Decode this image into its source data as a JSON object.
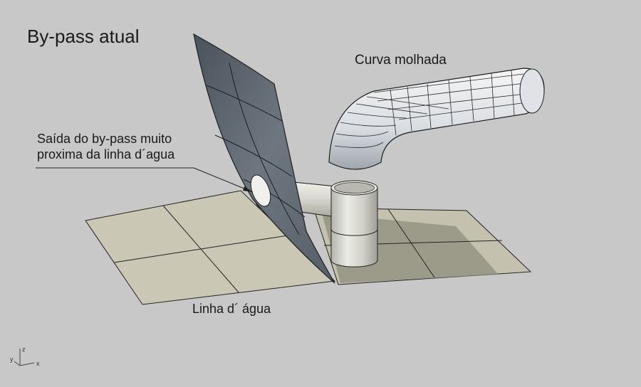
{
  "viewport": {
    "title": "By-pass atual",
    "background_color": "#c8c8c8"
  },
  "labels": {
    "curved_pipe": "Curva molhada",
    "bypass_outlet_line1": "Saída do by-pass muito",
    "bypass_outlet_line2": "proxima da linha d´agua",
    "waterline": "Linha d´ água"
  },
  "axes_indicator": {
    "z": "z",
    "y": "y",
    "x": "x"
  },
  "colors": {
    "water_plane": "#c9c6b4",
    "water_plane_shadow": "#8f8d7d",
    "hull_plate": "#59616b",
    "pipe_surface": "#d6d6d0",
    "mesh_lines": "#1e1e1e"
  }
}
